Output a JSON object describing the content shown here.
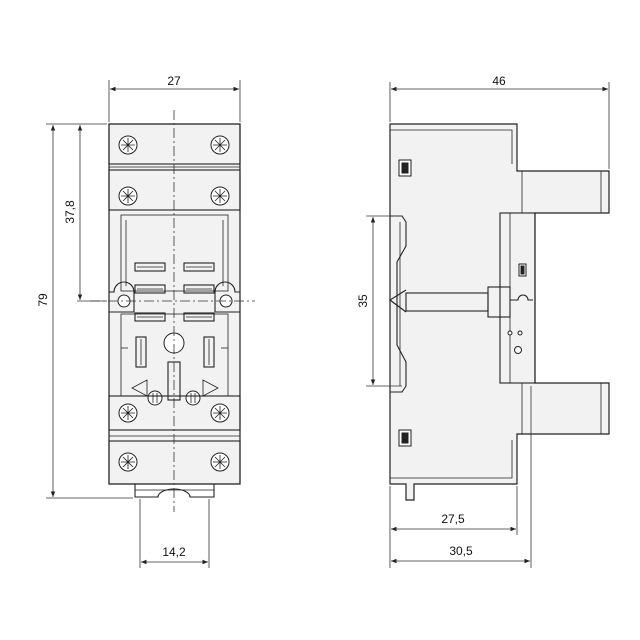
{
  "dimensions": {
    "front_width": "27",
    "front_height_total": "79",
    "front_height_upper": "37,8",
    "front_pin_spacing": "14,2",
    "side_width_total": "46",
    "side_rail": "35",
    "side_depth_a": "27,5",
    "side_depth_b": "30,5"
  }
}
